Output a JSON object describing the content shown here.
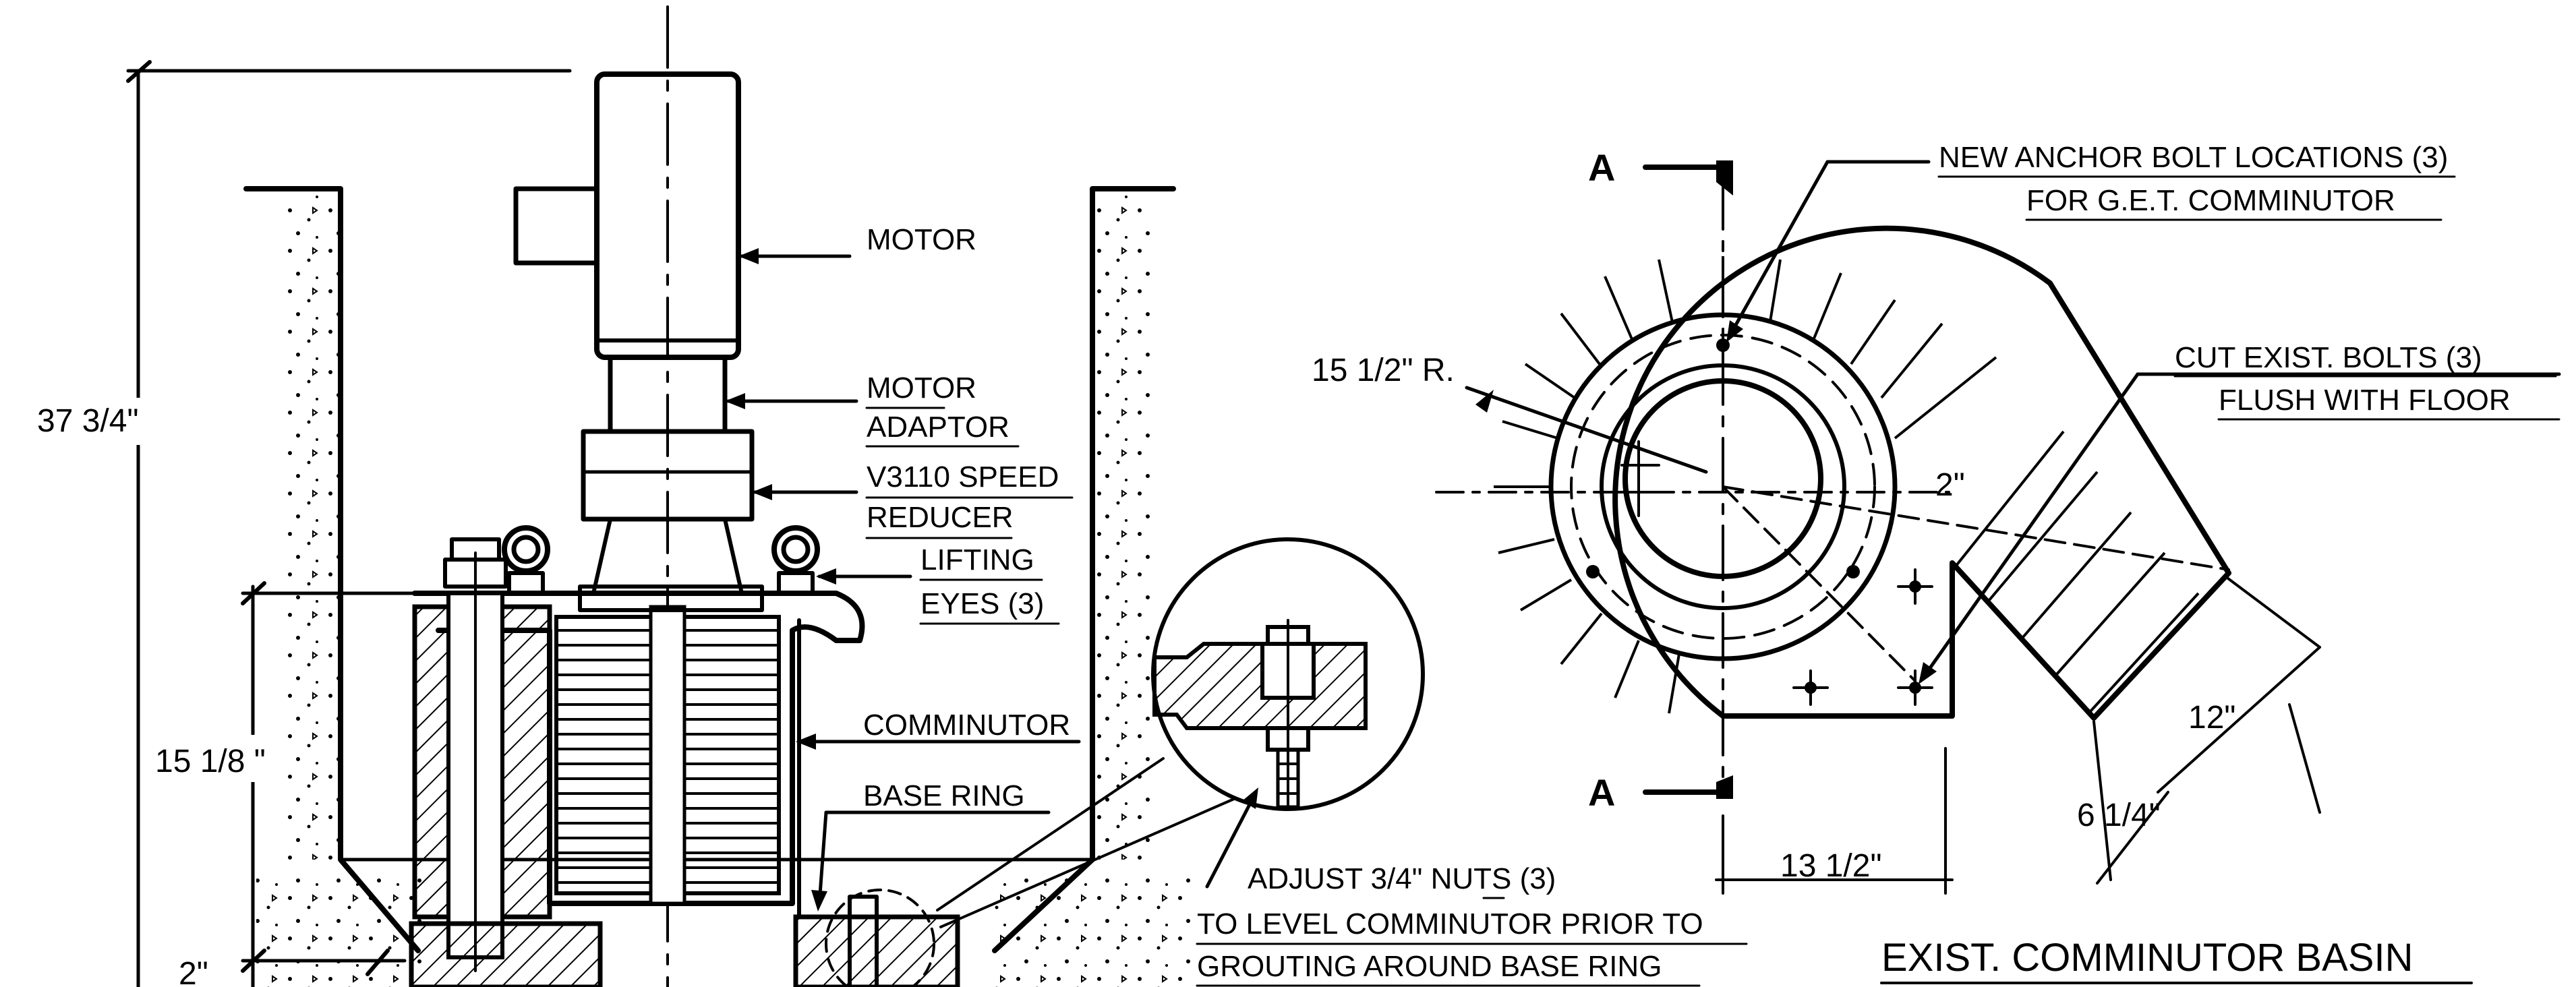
{
  "labels": {
    "motor": "MOTOR",
    "motor_adaptor_1": "MOTOR",
    "motor_adaptor_2": "ADAPTOR",
    "speed_reducer_1": "V3110 SPEED",
    "speed_reducer_2": "REDUCER",
    "lifting_eyes_1": "LIFTING",
    "lifting_eyes_2": "EYES (3)",
    "comminutor": "COMMINUTOR",
    "base_ring": "BASE RING",
    "adjust_1": "ADJUST 3/4\" NUTS (3)",
    "adjust_2": "TO LEVEL COMMINUTOR PRIOR TO",
    "adjust_3": "GROUTING AROUND BASE RING",
    "new_anchor_1": "NEW ANCHOR BOLT LOCATIONS (3)",
    "new_anchor_2": "FOR G.E.T. COMMINUTOR",
    "cut_bolts_1": "CUT EXIST. BOLTS (3)",
    "cut_bolts_2": "FLUSH WITH FLOOR",
    "basin_title": "EXIST. COMMINUTOR BASIN",
    "section_mark_top": "A",
    "section_mark_bottom": "A"
  },
  "dimensions": {
    "overall_height": "37 3/4\"",
    "ring_height": "15 1/8 \"",
    "grout_depth": "2\"",
    "radius": "15 1/2\" R.",
    "offset": "2\"",
    "width_12": "12\"",
    "width_6": "6 1/4\"",
    "width_13": "13 1/2\""
  }
}
